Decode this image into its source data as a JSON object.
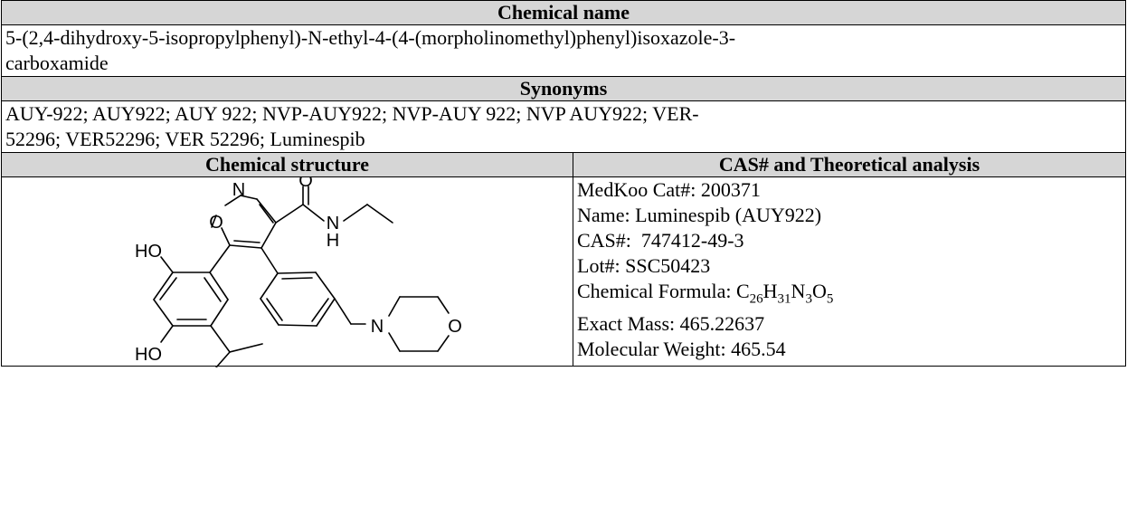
{
  "headers": {
    "chemical_name": "Chemical name",
    "synonyms": "Synonyms",
    "chemical_structure": "Chemical structure",
    "cas_analysis": "CAS# and Theoretical analysis"
  },
  "chemical_name": {
    "line1": "5-(2,4-dihydroxy-5-isopropylphenyl)-N-ethyl-4-(4-(morpholinomethyl)phenyl)isoxazole-3-",
    "line2": "carboxamide"
  },
  "synonyms": {
    "line1": "AUY-922; AUY922; AUY 922; NVP-AUY922; NVP-AUY 922; NVP AUY922; VER-",
    "line2": "52296; VER52296; VER 52296; Luminespib"
  },
  "structure_labels": {
    "carbonyl_o": "O",
    "ring_n": "N",
    "ring_o": "O",
    "amide_n": "N",
    "amide_h": "H",
    "ho_top": "HO",
    "ho_bottom": "HO",
    "morph_n": "N",
    "morph_o": "O"
  },
  "analysis": {
    "cat": "MedKoo Cat#: 200371",
    "name": "Name: Luminespib (AUY922)",
    "cas": "CAS#:  747412-49-3",
    "lot": "Lot#: SSC50423",
    "formula_prefix": "Chemical Formula: ",
    "formula_c": "C",
    "formula_c_n": "26",
    "formula_h": "H",
    "formula_h_n": "31",
    "formula_n": "N",
    "formula_n_n": "3",
    "formula_o": "O",
    "formula_o_n": "5",
    "exact_mass": "Exact Mass: 465.22637",
    "mol_weight": "Molecular Weight: 465.54"
  }
}
